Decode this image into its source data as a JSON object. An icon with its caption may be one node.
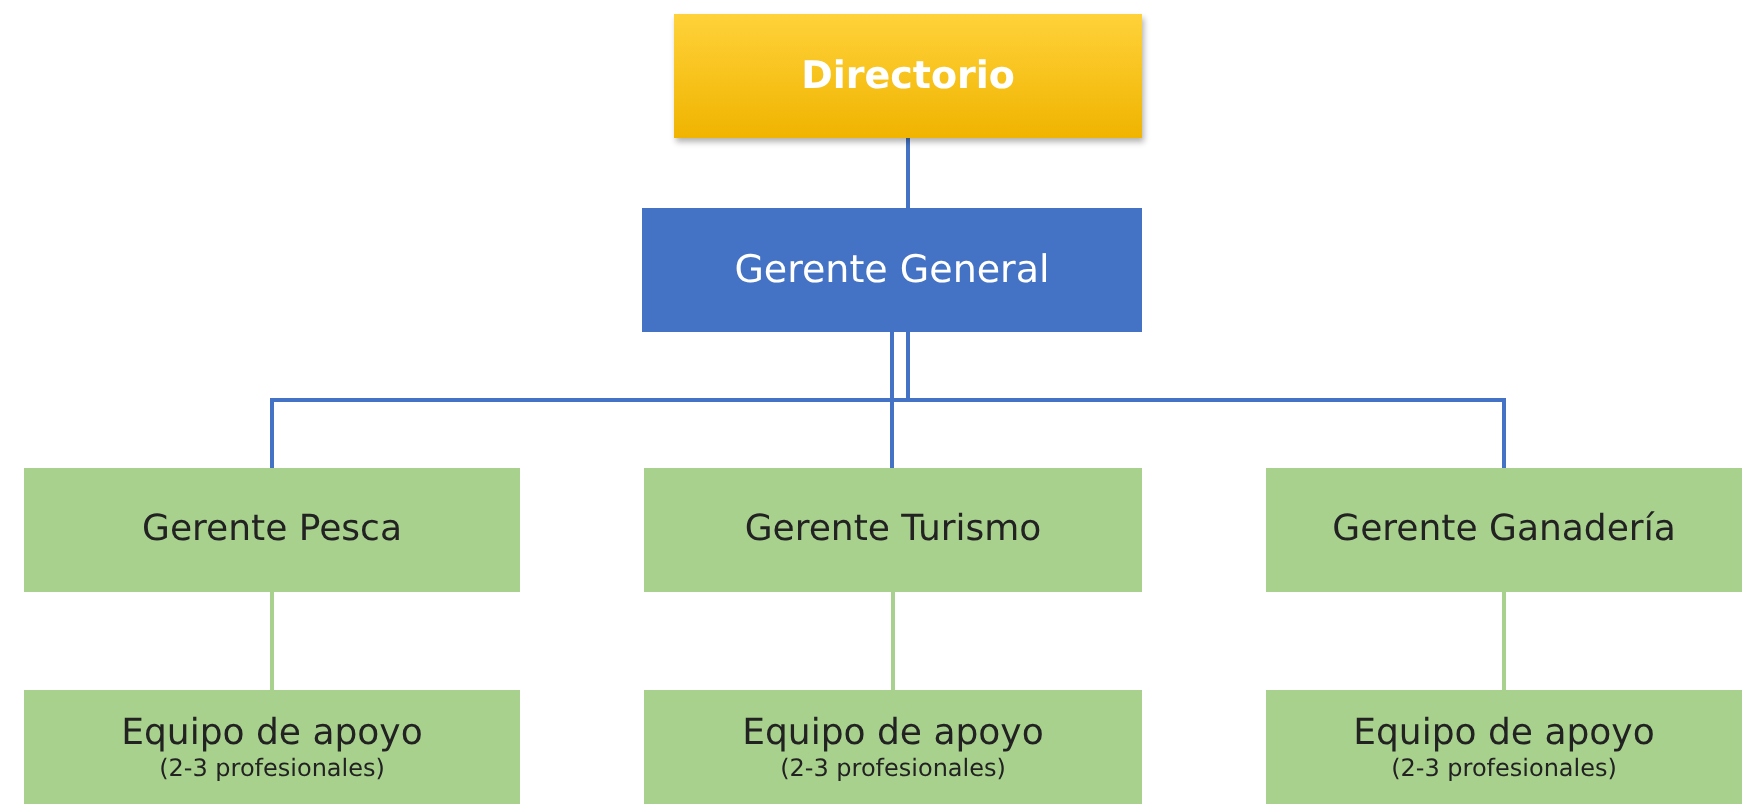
{
  "diagram": {
    "nodes": [
      {
        "text": [
          "Directorio"
        ]
      },
      {
        "text": [
          "Gerente General"
        ]
      },
      {
        "text": [
          "Gerente Pesca"
        ]
      },
      {
        "text": [
          "Gerente Turismo"
        ]
      },
      {
        "text": [
          "Gerente Ganadería"
        ]
      },
      {
        "text": [
          "Equipo de apoyo",
          "(2-3 profesionales)"
        ]
      },
      {
        "text": [
          "Equipo de apoyo",
          "(2-3 profesionales)"
        ]
      },
      {
        "text": [
          "Equipo de apoyo",
          "(2-3 profesionales)"
        ]
      }
    ],
    "edges": [
      {
        "from": 0,
        "to": 1,
        "arrow": "none"
      },
      {
        "from": 1,
        "to": 2,
        "arrow": "none"
      },
      {
        "from": 1,
        "to": 3,
        "arrow": "none"
      },
      {
        "from": 1,
        "to": 4,
        "arrow": "none"
      },
      {
        "from": 2,
        "to": 5,
        "arrow": "none",
        "color": "#a9d18e"
      },
      {
        "from": 3,
        "to": 6,
        "arrow": "none",
        "color": "#a9d18e"
      },
      {
        "from": 4,
        "to": 7,
        "arrow": "none",
        "color": "#a9d18e"
      }
    ]
  }
}
